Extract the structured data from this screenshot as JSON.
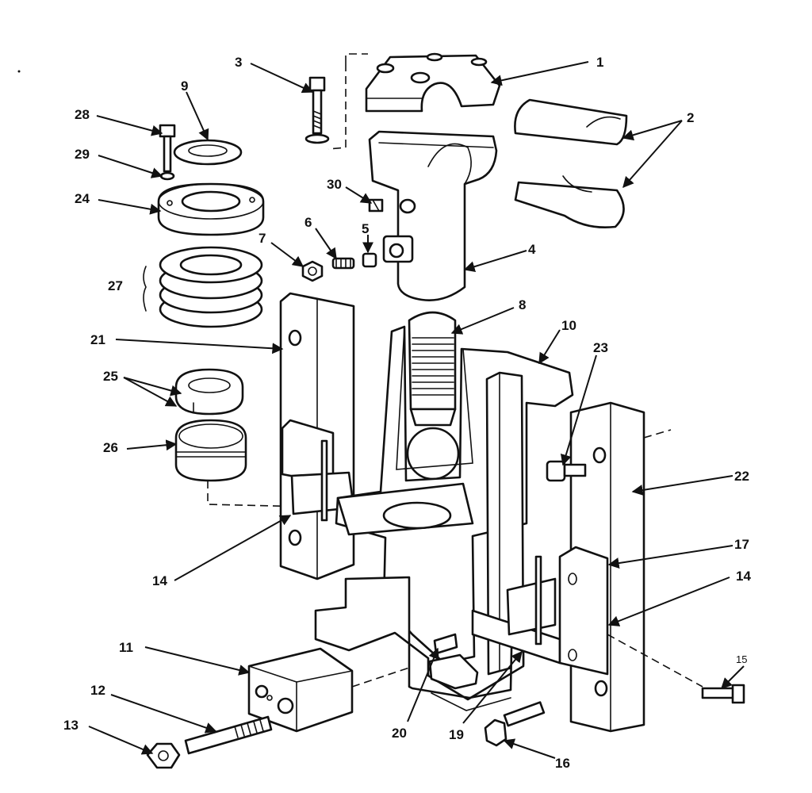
{
  "callouts": [
    "1",
    "2",
    "3",
    "4",
    "5",
    "6",
    "7",
    "8",
    "9",
    "10",
    "11",
    "12",
    "13",
    "14",
    "14",
    "15",
    "16",
    "17",
    "19",
    "20",
    "21",
    "22",
    "23",
    "24",
    "25",
    "26",
    "27",
    "28",
    "29",
    "30"
  ]
}
